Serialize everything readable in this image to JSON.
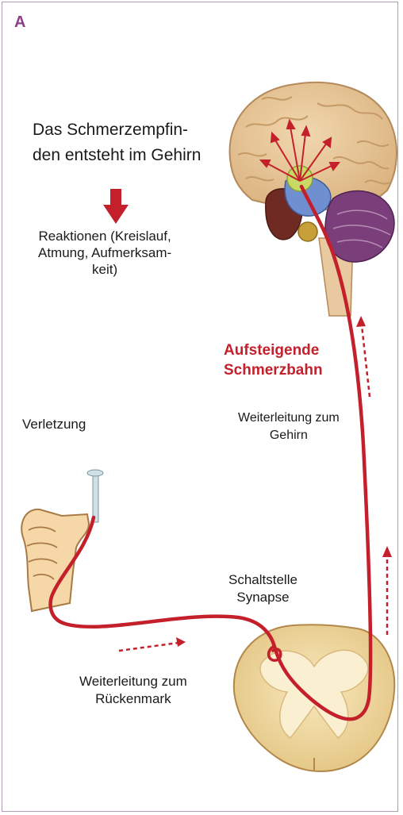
{
  "panel_label": "A",
  "heading": "Das Schmerzempfin-\nden entsteht im Gehirn",
  "reactions": "Reaktionen (Kreislauf,\nAtmung, Aufmerksam-\nkeit)",
  "pathway_title": "Aufsteigende\nSchmerzbahn",
  "relay_to_brain": "Weiterleitung zum\nGehirn",
  "injury": "Verletzung",
  "synapse": "Schaltstelle\nSynapse",
  "relay_to_spinal_cord": "Weiterleitung zum\nRückenmark",
  "colors": {
    "pathway_red": "#c4202c",
    "frame": "#b29ab6",
    "panel_letter": "#8a3f86",
    "skin": "#f6d7a8",
    "brain_cortex": "#e9c99b",
    "spinal_cord": "#f3dca4"
  }
}
